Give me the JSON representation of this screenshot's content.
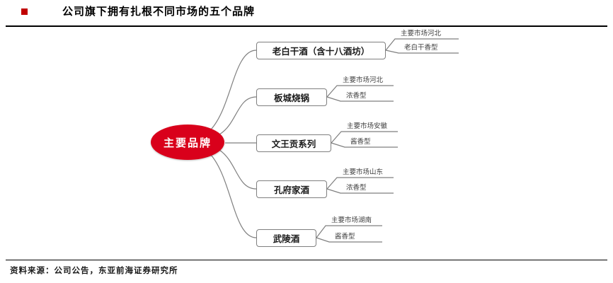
{
  "title": "公司旗下拥有扎根不同市场的五个品牌",
  "footer": "资料来源：公司公告，东亚前海证券研究所",
  "center_node": "主要品牌",
  "colors": {
    "accent_red": "#d9001b",
    "bullet_red": "#c00000",
    "line_gray": "#7f7f7f",
    "text_gray": "#404040"
  },
  "brands": [
    {
      "name": "老白干酒（含十八酒坊）",
      "market": "主要市场河北",
      "type": "老白干香型"
    },
    {
      "name": "板城烧锅",
      "market": "主要市场河北",
      "type": "浓香型"
    },
    {
      "name": "文王贡系列",
      "market": "主要市场安徽",
      "type": "酱香型"
    },
    {
      "name": "孔府家酒",
      "market": "主要市场山东",
      "type": "浓香型"
    },
    {
      "name": "武陵酒",
      "market": "主要市场湖南",
      "type": "酱香型"
    }
  ]
}
